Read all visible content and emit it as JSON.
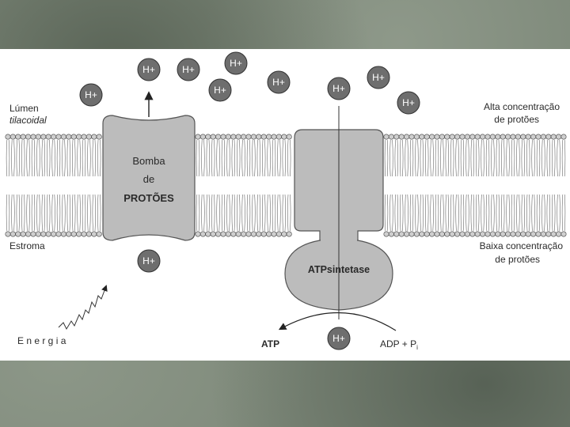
{
  "labels": {
    "lumen_line1": "Lúmen",
    "lumen_line2": "tilacoidal",
    "high_line1": "Alta concentração",
    "high_line2": "de protões",
    "stroma": "Estroma",
    "low_line1": "Baixa concentração",
    "low_line2": "de protões",
    "energy": "E n e r g i a",
    "pump_line1": "Bomba",
    "pump_line2": "de",
    "pump_line3": "PROTÕES",
    "synthase": "ATPsintetase",
    "atp": "ATP",
    "adp": "ADP + P",
    "adp_sub": "i",
    "ion": "H+"
  },
  "colors": {
    "protein_fill": "#bcbcbc",
    "ion_fill": "#6e6e6e",
    "membrane_head": "#cfcfcf",
    "slide_background": "#7f8a7b"
  }
}
